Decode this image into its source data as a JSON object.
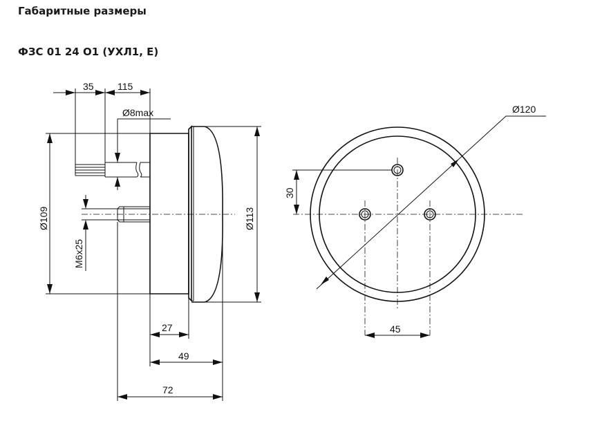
{
  "title": "Габаритные размеры",
  "model": "ФЗС 01 24 О1 (УХЛ1, Е)",
  "side_view": {
    "dim_cable_length": "35",
    "dim_cable_offset": "115",
    "dim_cable_diameter": "Ø8max",
    "dim_body_diameter": "Ø109",
    "dim_lens_diameter": "Ø113",
    "dim_stud_thread": "М6х25",
    "dim_flange_to_lens": "27",
    "dim_body_depth": "49",
    "dim_overall_depth": "72"
  },
  "front_view": {
    "dim_outer_diameter": "Ø120",
    "dim_hole_vertical_offset": "30",
    "dim_hole_spacing": "45"
  }
}
